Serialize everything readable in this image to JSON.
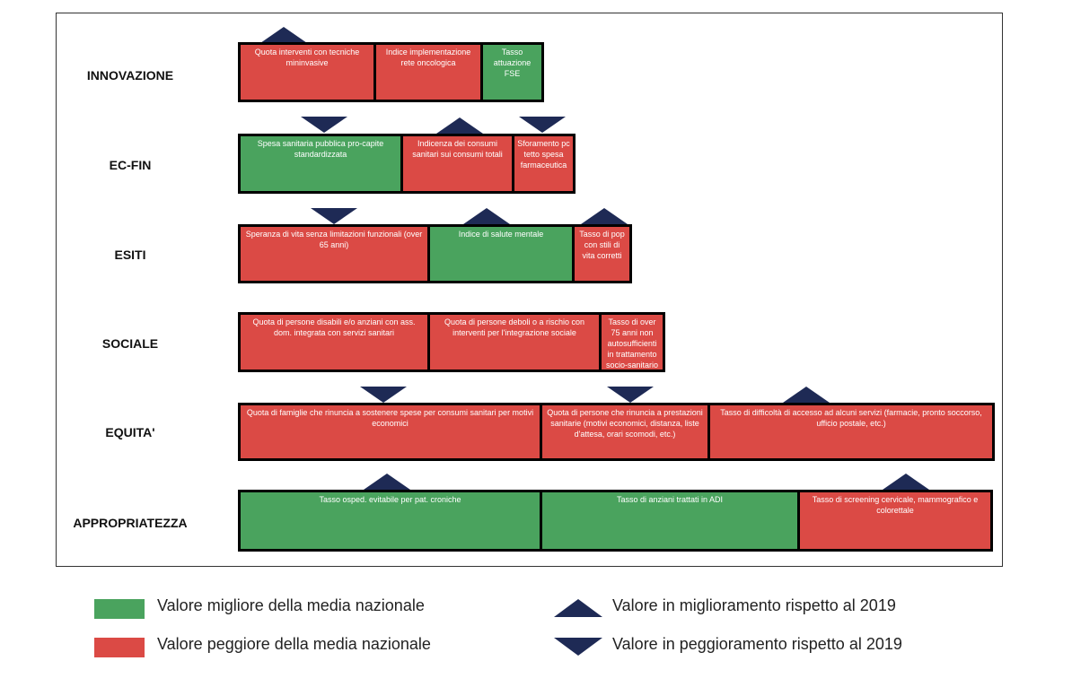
{
  "colors": {
    "better": "#4aa35e",
    "worse": "#db4a45",
    "arrow": "#1e2a55"
  },
  "rows": [
    {
      "label": "INNOVAZIONE",
      "cells": [
        {
          "text": "Quota interventi con tecniche mininvasive",
          "status": "worse",
          "trend": "improving"
        },
        {
          "text": "Indice implementazione rete oncologica",
          "status": "worse",
          "trend": null
        },
        {
          "text": "Tasso attuazione FSE",
          "status": "better",
          "trend": null
        }
      ]
    },
    {
      "label": "EC-FIN",
      "cells": [
        {
          "text": "Spesa sanitaria pubblica pro-capite standardizzata",
          "status": "better",
          "trend": "worsening"
        },
        {
          "text": "Indicenza dei consumi sanitari sui consumi totali",
          "status": "worse",
          "trend": "improving"
        },
        {
          "text": "Sforamento pc tetto spesa farmaceutica",
          "status": "worse",
          "trend": "worsening"
        }
      ]
    },
    {
      "label": "ESITI",
      "cells": [
        {
          "text": "Speranza di vita senza limitazioni funzionali (over 65 anni)",
          "status": "worse",
          "trend": "worsening"
        },
        {
          "text": "Indice di salute mentale",
          "status": "better",
          "trend": "improving"
        },
        {
          "text": "Tasso di pop con stili di vita corretti",
          "status": "worse",
          "trend": "improving"
        }
      ]
    },
    {
      "label": "SOCIALE",
      "cells": [
        {
          "text": "Quota di persone disabili e/o anziani con ass. dom. integrata con servizi sanitari",
          "status": "worse",
          "trend": null
        },
        {
          "text": "Quota di persone deboli o a rischio con interventi per l'integrazione sociale",
          "status": "worse",
          "trend": null
        },
        {
          "text": "Tasso di over 75 anni non autosufficienti in trattamento socio-sanitario",
          "status": "worse",
          "trend": null
        }
      ]
    },
    {
      "label": "EQUITA'",
      "cells": [
        {
          "text": "Quota di famiglie che rinuncia a sostenere spese per consumi sanitari per motivi economici",
          "status": "worse",
          "trend": "worsening"
        },
        {
          "text": "Quota di persone che rinuncia a prestazioni sanitarie (motivi economici, distanza, liste d'attesa, orari scomodi, etc.)",
          "status": "worse",
          "trend": "worsening"
        },
        {
          "text": "Tasso di difficoltà di accesso ad alcuni servizi (farmacie, pronto soccorso, ufficio postale, etc.)",
          "status": "worse",
          "trend": "improving"
        }
      ]
    },
    {
      "label": "APPROPRIATEZZA",
      "cells": [
        {
          "text": "Tasso osped. evitabile per pat. croniche",
          "status": "better",
          "trend": "improving"
        },
        {
          "text": "Tasso di anziani trattati in ADI",
          "status": "better",
          "trend": null
        },
        {
          "text": "Tasso di screening cervicale, mammografico e colorettale",
          "status": "worse",
          "trend": "improving"
        }
      ]
    }
  ],
  "legend": {
    "better": "Valore migliore della media nazionale",
    "worse": "Valore peggiore della media nazionale",
    "improving": "Valore in miglioramento rispetto al 2019",
    "worsening": "Valore in peggioramento rispetto al 2019"
  }
}
